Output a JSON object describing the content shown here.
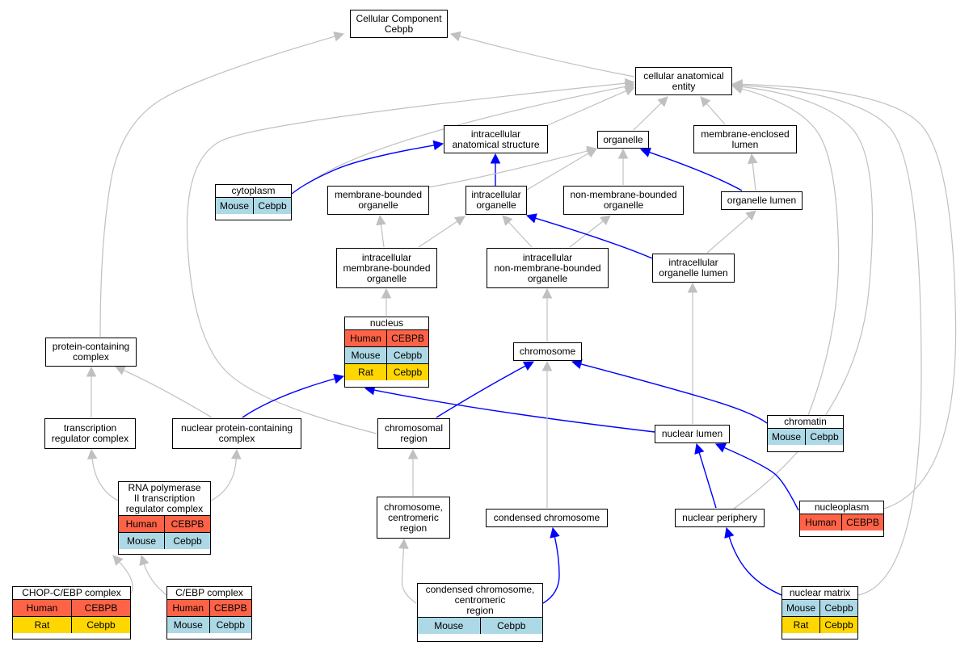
{
  "nodes": {
    "cc_cebpb": {
      "title": [
        "Cellular Component",
        "Cebpb"
      ]
    },
    "cellular_anatomical_entity": {
      "title": [
        "cellular anatomical",
        "entity"
      ]
    },
    "intracellular_anatomical_structure": {
      "title": [
        "intracellular",
        "anatomical structure"
      ]
    },
    "organelle": {
      "title": [
        "organelle"
      ]
    },
    "membrane_enclosed_lumen": {
      "title": [
        "membrane-enclosed",
        "lumen"
      ]
    },
    "cytoplasm": {
      "title": [
        "cytoplasm"
      ],
      "rows": [
        {
          "species": "Mouse",
          "gene": "Cebpb"
        }
      ]
    },
    "membrane_bounded_organelle": {
      "title": [
        "membrane-bounded",
        "organelle"
      ]
    },
    "intracellular_organelle": {
      "title": [
        "intracellular",
        "organelle"
      ]
    },
    "non_membrane_bounded_organelle": {
      "title": [
        "non-membrane-bounded",
        "organelle"
      ]
    },
    "organelle_lumen": {
      "title": [
        "organelle lumen"
      ]
    },
    "intracellular_membrane_bounded_organelle": {
      "title": [
        "intracellular",
        "membrane-bounded",
        "organelle"
      ]
    },
    "intracellular_non_membrane_bounded_organelle": {
      "title": [
        "intracellular",
        "non-membrane-bounded",
        "organelle"
      ]
    },
    "intracellular_organelle_lumen": {
      "title": [
        "intracellular",
        "organelle lumen"
      ]
    },
    "nucleus": {
      "title": [
        "nucleus"
      ],
      "rows": [
        {
          "species": "Human",
          "gene": "CEBPB"
        },
        {
          "species": "Mouse",
          "gene": "Cebpb"
        },
        {
          "species": "Rat",
          "gene": "Cebpb"
        }
      ]
    },
    "protein_containing_complex": {
      "title": [
        "protein-containing",
        "complex"
      ]
    },
    "chromosome": {
      "title": [
        "chromosome"
      ]
    },
    "transcription_regulator_complex": {
      "title": [
        "transcription",
        "regulator complex"
      ]
    },
    "nuclear_protein_containing_complex": {
      "title": [
        "nuclear protein-containing",
        "complex"
      ]
    },
    "chromosomal_region": {
      "title": [
        "chromosomal",
        "region"
      ]
    },
    "nuclear_lumen": {
      "title": [
        "nuclear lumen"
      ]
    },
    "chromatin": {
      "title": [
        "chromatin"
      ],
      "rows": [
        {
          "species": "Mouse",
          "gene": "Cebpb"
        }
      ]
    },
    "rna_pol_ii_complex": {
      "title": [
        "RNA polymerase",
        "II transcription",
        "regulator complex"
      ],
      "rows": [
        {
          "species": "Human",
          "gene": "CEBPB"
        },
        {
          "species": "Mouse",
          "gene": "Cebpb"
        }
      ]
    },
    "chromosome_centromeric_region": {
      "title": [
        "chromosome,",
        "centromeric",
        "region"
      ]
    },
    "condensed_chromosome": {
      "title": [
        "condensed chromosome"
      ]
    },
    "nuclear_periphery": {
      "title": [
        "nuclear periphery"
      ]
    },
    "nucleoplasm": {
      "title": [
        "nucleoplasm"
      ],
      "rows": [
        {
          "species": "Human",
          "gene": "CEBPB"
        }
      ]
    },
    "chop_cebp_complex": {
      "title": [
        "CHOP-C/EBP complex"
      ],
      "rows": [
        {
          "species": "Human",
          "gene": "CEBPB"
        },
        {
          "species": "Rat",
          "gene": "Cebpb"
        }
      ]
    },
    "cebp_complex": {
      "title": [
        "C/EBP complex"
      ],
      "rows": [
        {
          "species": "Human",
          "gene": "CEBPB"
        },
        {
          "species": "Mouse",
          "gene": "Cebpb"
        }
      ]
    },
    "condensed_chromosome_centromeric_region": {
      "title": [
        "condensed chromosome,",
        "centromeric",
        "region"
      ],
      "rows": [
        {
          "species": "Mouse",
          "gene": "Cebpb"
        }
      ]
    },
    "nuclear_matrix": {
      "title": [
        "nuclear matrix"
      ],
      "rows": [
        {
          "species": "Mouse",
          "gene": "Cebpb"
        },
        {
          "species": "Rat",
          "gene": "Cebpb"
        }
      ]
    }
  },
  "edges": [
    {
      "from": "cellular_anatomical_entity",
      "to": "cc_cebpb",
      "type": "is_a"
    },
    {
      "from": "protein_containing_complex",
      "to": "cc_cebpb",
      "type": "is_a"
    },
    {
      "from": "intracellular_anatomical_structure",
      "to": "cellular_anatomical_entity",
      "type": "is_a"
    },
    {
      "from": "organelle",
      "to": "cellular_anatomical_entity",
      "type": "is_a"
    },
    {
      "from": "membrane_enclosed_lumen",
      "to": "cellular_anatomical_entity",
      "type": "is_a"
    },
    {
      "from": "cytoplasm",
      "to": "cellular_anatomical_entity",
      "type": "is_a"
    },
    {
      "from": "chromosomal_region",
      "to": "cellular_anatomical_entity",
      "type": "is_a"
    },
    {
      "from": "chromatin",
      "to": "cellular_anatomical_entity",
      "type": "is_a"
    },
    {
      "from": "nuclear_periphery",
      "to": "cellular_anatomical_entity",
      "type": "is_a"
    },
    {
      "from": "nucleoplasm",
      "to": "cellular_anatomical_entity",
      "type": "is_a"
    },
    {
      "from": "nuclear_matrix",
      "to": "cellular_anatomical_entity",
      "type": "is_a"
    },
    {
      "from": "cytoplasm",
      "to": "intracellular_anatomical_structure",
      "type": "part_of"
    },
    {
      "from": "intracellular_organelle",
      "to": "intracellular_anatomical_structure",
      "type": "part_of"
    },
    {
      "from": "membrane_bounded_organelle",
      "to": "organelle",
      "type": "is_a"
    },
    {
      "from": "intracellular_organelle",
      "to": "organelle",
      "type": "is_a"
    },
    {
      "from": "non_membrane_bounded_organelle",
      "to": "organelle",
      "type": "is_a"
    },
    {
      "from": "organelle_lumen",
      "to": "organelle",
      "type": "part_of"
    },
    {
      "from": "organelle_lumen",
      "to": "membrane_enclosed_lumen",
      "type": "is_a"
    },
    {
      "from": "intracellular_membrane_bounded_organelle",
      "to": "membrane_bounded_organelle",
      "type": "is_a"
    },
    {
      "from": "intracellular_membrane_bounded_organelle",
      "to": "intracellular_organelle",
      "type": "is_a"
    },
    {
      "from": "intracellular_non_membrane_bounded_organelle",
      "to": "intracellular_organelle",
      "type": "is_a"
    },
    {
      "from": "intracellular_non_membrane_bounded_organelle",
      "to": "non_membrane_bounded_organelle",
      "type": "is_a"
    },
    {
      "from": "intracellular_organelle_lumen",
      "to": "intracellular_organelle",
      "type": "part_of"
    },
    {
      "from": "intracellular_organelle_lumen",
      "to": "organelle_lumen",
      "type": "is_a"
    },
    {
      "from": "nucleus",
      "to": "intracellular_membrane_bounded_organelle",
      "type": "is_a"
    },
    {
      "from": "chromosome",
      "to": "intracellular_non_membrane_bounded_organelle",
      "type": "is_a"
    },
    {
      "from": "nuclear_lumen",
      "to": "intracellular_organelle_lumen",
      "type": "is_a"
    },
    {
      "from": "transcription_regulator_complex",
      "to": "protein_containing_complex",
      "type": "is_a"
    },
    {
      "from": "nuclear_protein_containing_complex",
      "to": "protein_containing_complex",
      "type": "is_a"
    },
    {
      "from": "nuclear_protein_containing_complex",
      "to": "nucleus",
      "type": "part_of"
    },
    {
      "from": "nuclear_lumen",
      "to": "nucleus",
      "type": "part_of"
    },
    {
      "from": "chromosomal_region",
      "to": "chromosome",
      "type": "part_of"
    },
    {
      "from": "chromatin",
      "to": "chromosome",
      "type": "part_of"
    },
    {
      "from": "condensed_chromosome",
      "to": "chromosome",
      "type": "is_a"
    },
    {
      "from": "rna_pol_ii_complex",
      "to": "transcription_regulator_complex",
      "type": "is_a"
    },
    {
      "from": "rna_pol_ii_complex",
      "to": "nuclear_protein_containing_complex",
      "type": "is_a"
    },
    {
      "from": "chromosome_centromeric_region",
      "to": "chromosomal_region",
      "type": "is_a"
    },
    {
      "from": "nuclear_periphery",
      "to": "nuclear_lumen",
      "type": "part_of"
    },
    {
      "from": "nucleoplasm",
      "to": "nuclear_lumen",
      "type": "part_of"
    },
    {
      "from": "chop_cebp_complex",
      "to": "rna_pol_ii_complex",
      "type": "is_a"
    },
    {
      "from": "cebp_complex",
      "to": "rna_pol_ii_complex",
      "type": "is_a"
    },
    {
      "from": "condensed_chromosome_centromeric_region",
      "to": "chromosome_centromeric_region",
      "type": "is_a"
    },
    {
      "from": "condensed_chromosome_centromeric_region",
      "to": "condensed_chromosome",
      "type": "part_of"
    },
    {
      "from": "nuclear_matrix",
      "to": "nuclear_periphery",
      "type": "part_of"
    }
  ],
  "colors": {
    "is_a": "#c0c0c0",
    "part_of": "#0000ff",
    "Human": "#ff6347",
    "Mouse": "#add8e6",
    "Rat": "#ffd700"
  }
}
